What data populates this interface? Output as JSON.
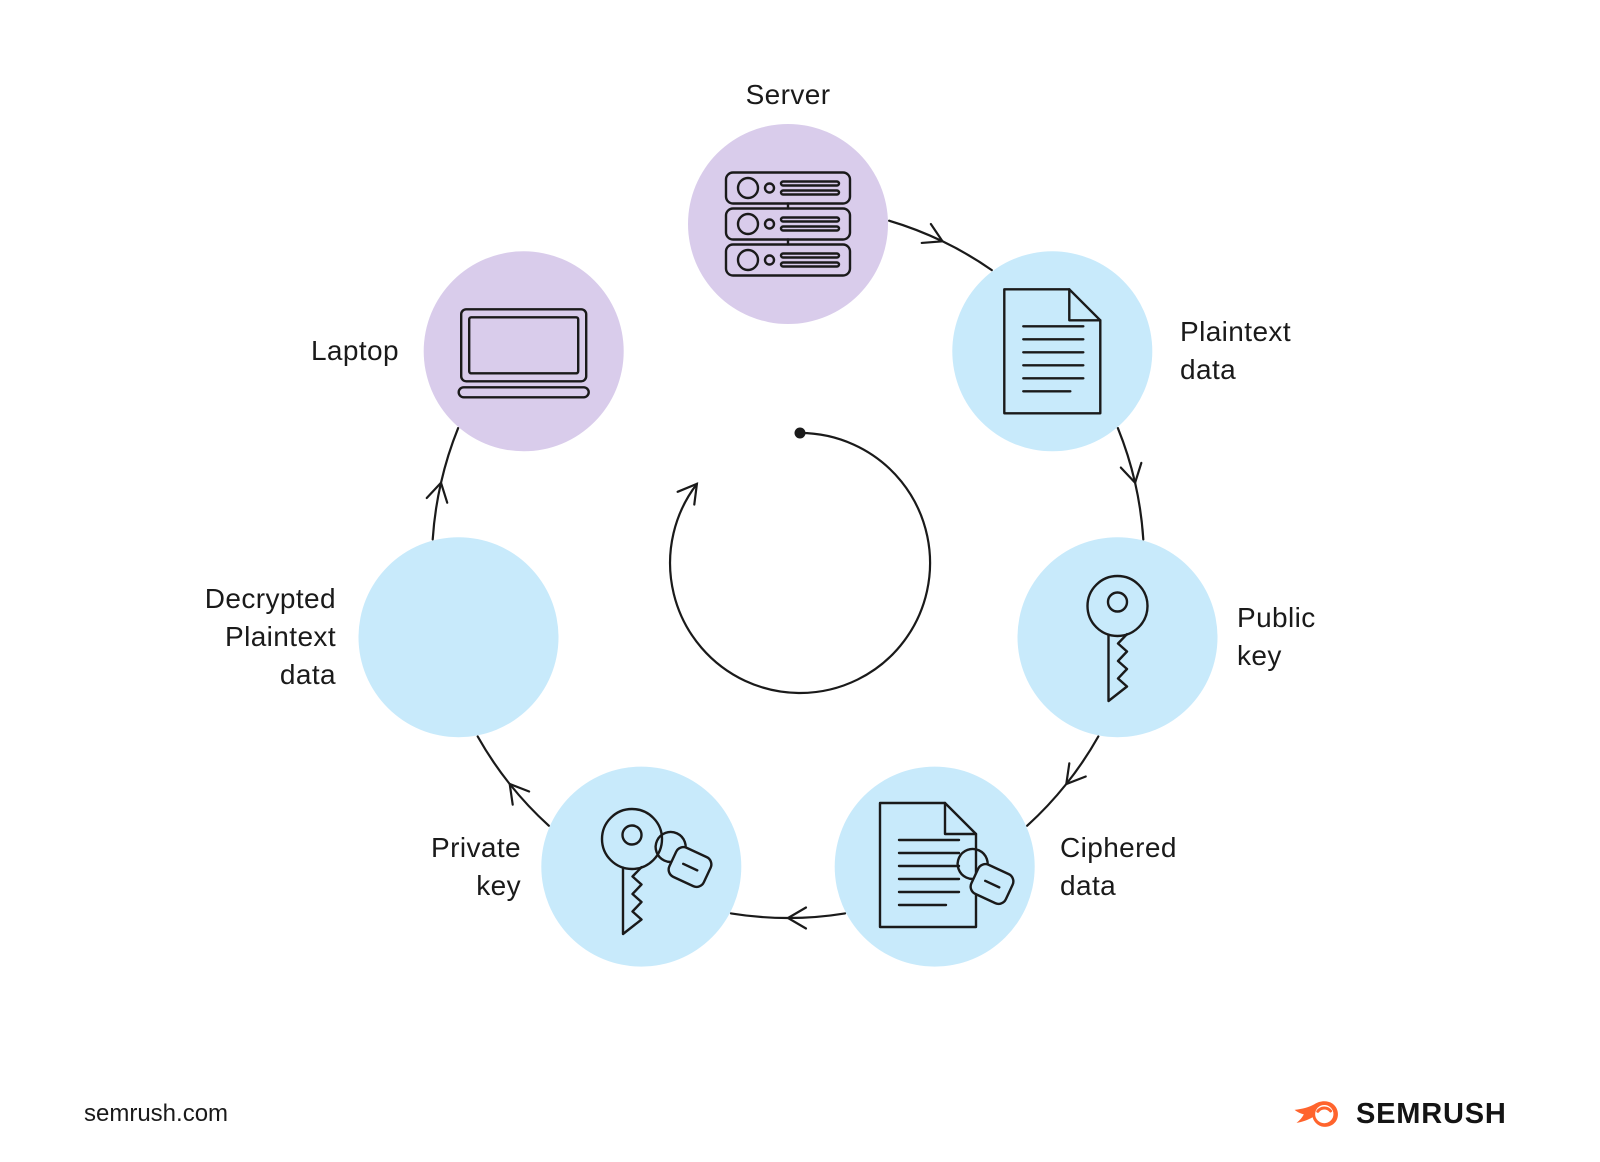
{
  "nodes": {
    "server": {
      "label": "Server",
      "lines": [
        "Server"
      ],
      "fill": "purple",
      "icon": "server-icon"
    },
    "plaintext": {
      "label": "Plaintext data",
      "lines": [
        "Plaintext",
        "data"
      ],
      "fill": "blue",
      "icon": "document-icon"
    },
    "public": {
      "label": "Public key",
      "lines": [
        "Public",
        "key"
      ],
      "fill": "blue",
      "icon": "key-icon"
    },
    "ciphered": {
      "label": "Ciphered data",
      "lines": [
        "Ciphered",
        "data"
      ],
      "fill": "blue",
      "icon": "document-lock-icon"
    },
    "private": {
      "label": "Private key",
      "lines": [
        "Private",
        "key"
      ],
      "fill": "blue",
      "icon": "key-lock-icon"
    },
    "decrypted": {
      "label": "Decrypted Plaintext data",
      "lines": [
        "Decrypted",
        "Plaintext",
        "data"
      ],
      "fill": "blue",
      "icon": "document-icon"
    },
    "laptop": {
      "label": "Laptop",
      "lines": [
        "Laptop"
      ],
      "fill": "purple",
      "icon": "laptop-icon"
    }
  },
  "flow_order": [
    "server",
    "plaintext",
    "public",
    "ciphered",
    "private",
    "decrypted",
    "laptop"
  ],
  "colors": {
    "purple": "#D9CCEB",
    "blue": "#C8EAFB",
    "stroke": "#1a1a1a",
    "text": "#1a1a1a",
    "orange": "#FF642D"
  },
  "footer": {
    "site": "semrush.com",
    "brand": "SEMRUSH"
  }
}
